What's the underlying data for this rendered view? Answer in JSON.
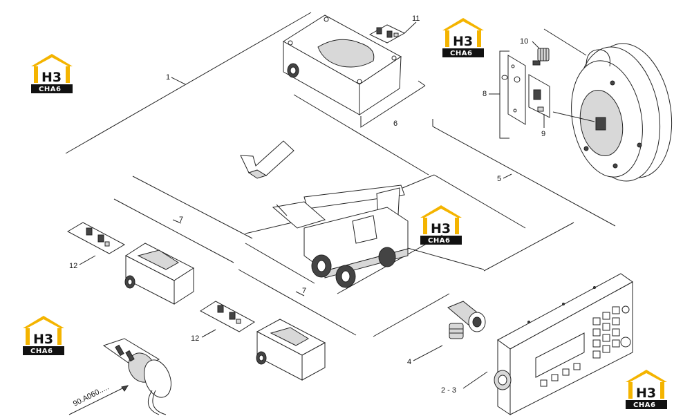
{
  "callouts": {
    "c1": "1",
    "c2_3": "2 - 3",
    "c4": "4",
    "c5": "5",
    "c6": "6",
    "c7a": "7",
    "c7b": "7",
    "c8": "8",
    "c9": "9",
    "c10": "10",
    "c11": "11",
    "c12a": "12",
    "c12b": "12",
    "ref": "90.A060....."
  },
  "logo": {
    "main": "H3",
    "sub": "CHA6"
  },
  "colors": {
    "logo_roof": "#f4b400",
    "logo_bar": "#111111"
  }
}
